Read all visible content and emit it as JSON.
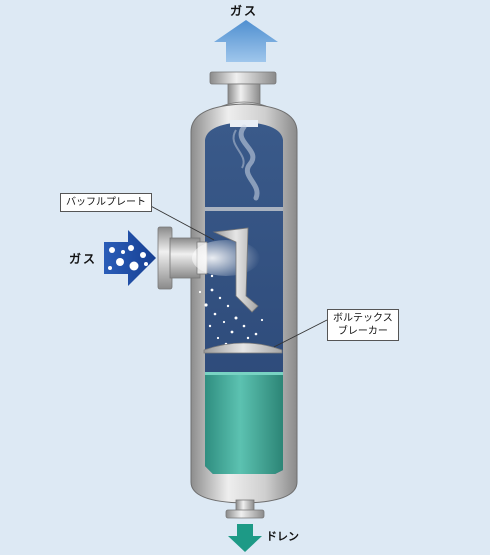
{
  "labels": {
    "gas_out": "ガス",
    "gas_in": "ガス",
    "drain": "ドレン",
    "baffle_plate": "バッフルプレート",
    "vortex_breaker_line1": "ボルテックス",
    "vortex_breaker_line2": "ブレーカー"
  },
  "colors": {
    "background": "#dde9f4",
    "shell": "#c8c8c8",
    "interior": "#2f4e7d",
    "liquid": "#3fa596",
    "gas_out_arrow": "#5b9ad6",
    "gas_in_arrow": "#1f4fa8",
    "drain_arrow": "#1d9a86"
  }
}
